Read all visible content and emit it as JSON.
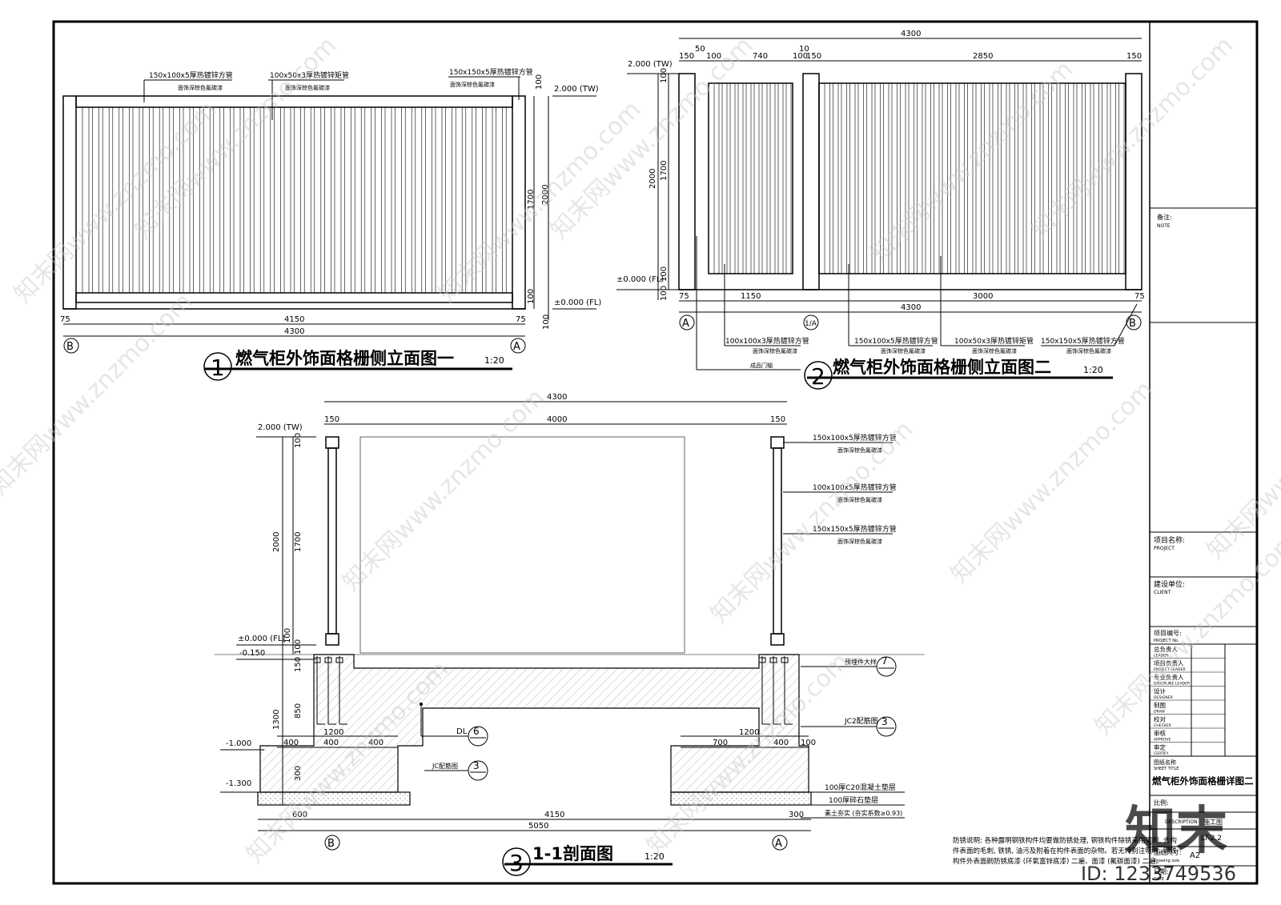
{
  "title_block": {
    "note_label": "备注:",
    "note_label_en": "NOTE",
    "project_label": "项目名称:",
    "project_label_en": "PROJECT",
    "client_label": "建设单位:",
    "client_label_en": "CLIENT",
    "project_no_label": "项目编号:",
    "project_no_label_en": "PROJECT No.",
    "roles": [
      {
        "cn": "总负责人",
        "en": "LEADER"
      },
      {
        "cn": "项目负责人",
        "en": "PROJECT LEADER"
      },
      {
        "cn": "专业负责人",
        "en": "DISCIPLINE LEADER"
      },
      {
        "cn": "设计",
        "en": "DESIGNER"
      },
      {
        "cn": "制图",
        "en": "DRAW"
      },
      {
        "cn": "校对",
        "en": "CHECKER"
      },
      {
        "cn": "审核",
        "en": "APPROVE"
      },
      {
        "cn": "审定",
        "en": "CERTIFY"
      }
    ],
    "sheet_title_label": "图纸名称",
    "sheet_title_label_en": "SHEET TITLE",
    "sheet_title": "燃气柜外饰面格栅详图二",
    "scale_label": "比例:",
    "desc_label": "DESCRIPTION",
    "desc_value_suffix": "施工图",
    "drawing_no_suffix": "LT-2.2",
    "size_label": "图纸尺寸:",
    "size_label_en": "Drawing size",
    "size_value": "A2",
    "date_label": "日期:",
    "date_label_en": "DATE"
  },
  "drawings": {
    "d1": {
      "num": "1",
      "title": "燃气柜外饰面格栅侧立面图一",
      "scale": "1:20",
      "top_labels": [
        {
          "spec": "150x100x5厚热镀锌方管",
          "finish": "面饰深棕色氟碳漆"
        },
        {
          "spec": "100x50x3厚热镀锌矩管",
          "finish": "面饰深棕色氟碳漆"
        },
        {
          "spec": "150x150x5厚热镀锌方管",
          "finish": "面饰深棕色氟碳漆"
        }
      ],
      "level_top": "2.000 (TW)",
      "level_bottom": "±0.000 (FL)",
      "dims": {
        "inner": "4150",
        "total": "4300",
        "left": "75",
        "right": "75",
        "h_total": "2000",
        "h_mid": "1700",
        "h_top": "100",
        "h_bot": "100",
        "h_base": "100"
      },
      "grid_left": "B",
      "grid_right": "A"
    },
    "d2": {
      "num": "2",
      "title": "燃气柜外饰面格栅侧立面图二",
      "scale": "1:20",
      "dims_top": [
        "150",
        "50",
        "100",
        "740",
        "100",
        "10",
        "150",
        "2850",
        "150"
      ],
      "total": "4300",
      "bottom_dims": [
        "75",
        "1150",
        "3000",
        "75"
      ],
      "level_top": "2.000 (TW)",
      "level_bottom": "±0.000 (FL)",
      "h_total": "2000",
      "h_mid": "1700",
      "h_top": "100",
      "h_bot": "100",
      "h_base": "100",
      "labels": [
        {
          "spec": "100x100x3厚热镀锌方管",
          "finish": "面饰深棕色氟碳漆"
        },
        {
          "spec": "150x100x5厚热镀锌方管",
          "finish": "面饰深棕色氟碳漆"
        },
        {
          "spec": "100x50x3厚热镀锌矩管",
          "finish": "面饰深棕色氟碳漆"
        },
        {
          "spec": "150x150x5厚热镀锌方管",
          "finish": "面饰深棕色氟碳漆"
        }
      ],
      "hinge_label": "成品门轴",
      "grid_left": "A",
      "grid_mid": "1/A",
      "grid_right": "B"
    },
    "d3": {
      "num": "3",
      "title": "1-1剖面图",
      "scale": "1:20",
      "dims_top": {
        "total": "4300",
        "left": "150",
        "mid": "4000",
        "right": "150"
      },
      "levels": [
        "2.000 (TW)",
        "±0.000 (FL)",
        "-0.150",
        "-1.000",
        "-1.300"
      ],
      "left_dims": [
        "100",
        "1700",
        "2000",
        "100",
        "100",
        "150",
        "850",
        "1300",
        "300"
      ],
      "labels": [
        {
          "spec": "150x100x5厚热镀锌方管",
          "finish": "面饰深棕色氟碳漆"
        },
        {
          "spec": "100x100x5厚热镀锌方管",
          "finish": "面饰深棕色氟碳漆"
        },
        {
          "spec": "150x150x5厚热镀锌方管",
          "finish": "面饰深棕色氟碳漆"
        }
      ],
      "embed_label": "预埋件大样",
      "embed_ref": "7",
      "dl_label": "DL",
      "dl_ref": "6",
      "jc2_label": "JC2配筋图",
      "jc2_ref": "3",
      "jc_label": "JC配筋图",
      "jc_ref": "3",
      "layer_labels": [
        "100厚C20混凝土垫层",
        "100厚碎石垫层",
        "素土夯实 (夯实系数≥0.93)"
      ],
      "foot_left": [
        "1200",
        "400",
        "400",
        "400"
      ],
      "foot_right": [
        "1200",
        "700",
        "400",
        "100"
      ],
      "bottom_dims": {
        "left": "600",
        "mid": "4150",
        "right": "300",
        "total": "5050"
      },
      "grid_left": "B",
      "grid_right": "A"
    }
  },
  "note_text": [
    "防锈说明: 各种露明钢铁构件均要做防锈处理, 钢铁构件除锈采用钢刷, 去构",
    "件表面的毛刺, 铁锈, 油污及附着在构件表面的杂物。若无特别注明时, 钢铁",
    "构件外表面刷防锈底漆 (环氧富锌底漆) 二遍、面漆 (氟碳面漆) 二遍。"
  ],
  "watermark": "知末网www.znzmo.com",
  "logo_text": "知末",
  "id_text": "ID: 1233749536"
}
